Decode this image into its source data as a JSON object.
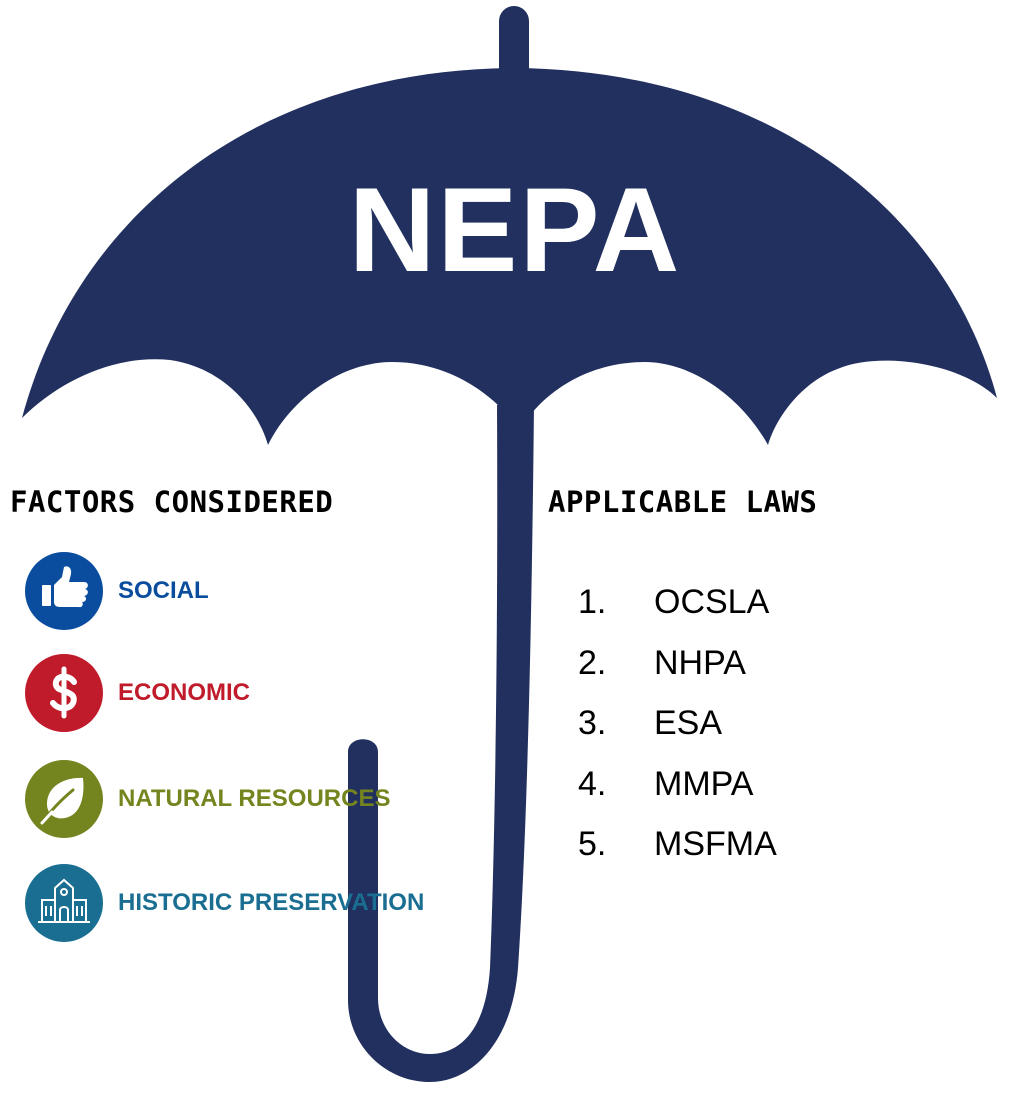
{
  "title": "NEPA",
  "factors": {
    "heading": "FACTORS CONSIDERED",
    "items": [
      {
        "label": "SOCIAL",
        "color": "#0a4d9e",
        "icon": "thumbs-up-icon"
      },
      {
        "label": "ECONOMIC",
        "color": "#c01b2b",
        "icon": "dollar-sign-icon"
      },
      {
        "label": "NATURAL RESOURCES",
        "color": "#74841e",
        "icon": "leaf-icon"
      },
      {
        "label": "HISTORIC PRESERVATION",
        "color": "#1a6e92",
        "icon": "historic-building-icon"
      }
    ]
  },
  "laws": {
    "heading": "APPLICABLE LAWS",
    "items": [
      {
        "num": "1.",
        "name": "OCSLA"
      },
      {
        "num": "2.",
        "name": "NHPA"
      },
      {
        "num": "3.",
        "name": "ESA"
      },
      {
        "num": "4.",
        "name": "MMPA"
      },
      {
        "num": "5.",
        "name": "MSFMA"
      }
    ]
  },
  "colors": {
    "umbrella": "#22305f",
    "text": "#000000",
    "background": "#ffffff"
  }
}
